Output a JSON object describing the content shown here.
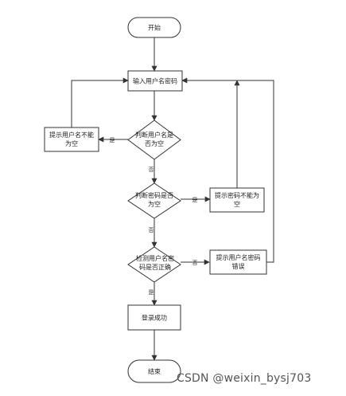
{
  "flowchart": {
    "nodes": {
      "start": {
        "lines": [
          "开始"
        ]
      },
      "input": {
        "lines": [
          "输入用户名密码"
        ]
      },
      "check_user": {
        "lines": [
          "判断用户名是",
          "否为空"
        ]
      },
      "prompt_user": {
        "lines": [
          "提示用户名不能",
          "为空"
        ]
      },
      "check_pwd": {
        "lines": [
          "判断密码是否",
          "为空"
        ]
      },
      "prompt_pwd": {
        "lines": [
          "提示密码不能为",
          "空"
        ]
      },
      "check_match": {
        "lines": [
          "检测用户名密",
          "码是否正确"
        ]
      },
      "prompt_wrong": {
        "lines": [
          "提示用户名密码",
          "错误"
        ]
      },
      "success": {
        "lines": [
          "登录成功"
        ]
      },
      "end": {
        "lines": [
          "结束"
        ]
      }
    },
    "edge_labels": {
      "user_yes": "是",
      "user_no": "否",
      "pwd_yes": "是",
      "pwd_no": "否",
      "match_no": "否",
      "match_yes": "是"
    }
  },
  "watermark": "CSDN @weixin_bysj703"
}
